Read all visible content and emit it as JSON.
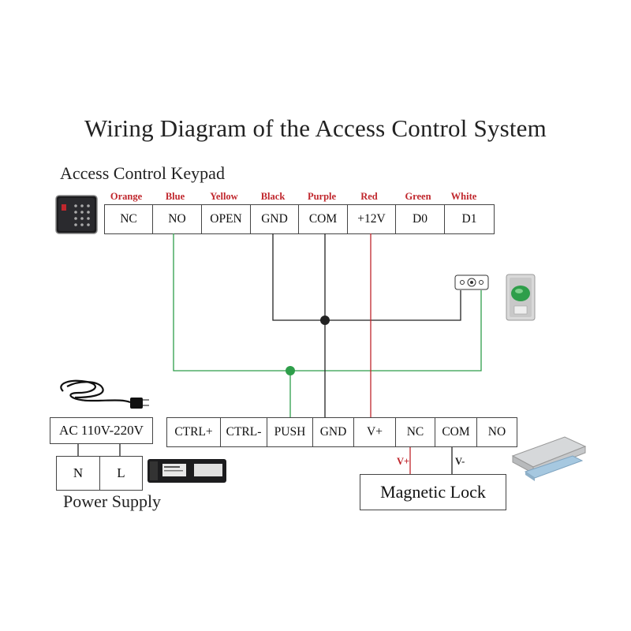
{
  "title": "Wiring Diagram of the Access Control System",
  "keypad": {
    "label": "Access Control Keypad",
    "wire_colors": [
      "Orange",
      "Blue",
      "Yellow",
      "Black",
      "Purple",
      "Red",
      "Green",
      "White"
    ],
    "terminals": [
      "NC",
      "NO",
      "OPEN",
      "GND",
      "COM",
      "+12V",
      "D0",
      "D1"
    ]
  },
  "controller": {
    "terminals": [
      "CTRL+",
      "CTRL-",
      "PUSH",
      "GND",
      "V+",
      "NC",
      "COM",
      "NO"
    ]
  },
  "power_supply": {
    "input_label": "AC 110V-220V",
    "terminals": [
      "N",
      "L"
    ],
    "label": "Power Supply"
  },
  "magnetic_lock": {
    "label": "Magnetic Lock",
    "wire_labels": [
      "V+",
      "V-"
    ]
  },
  "colors": {
    "green_wire": "#2e9e4a",
    "red_wire": "#c0272d",
    "black_wire": "#222222",
    "label_red": "#c0272d"
  }
}
